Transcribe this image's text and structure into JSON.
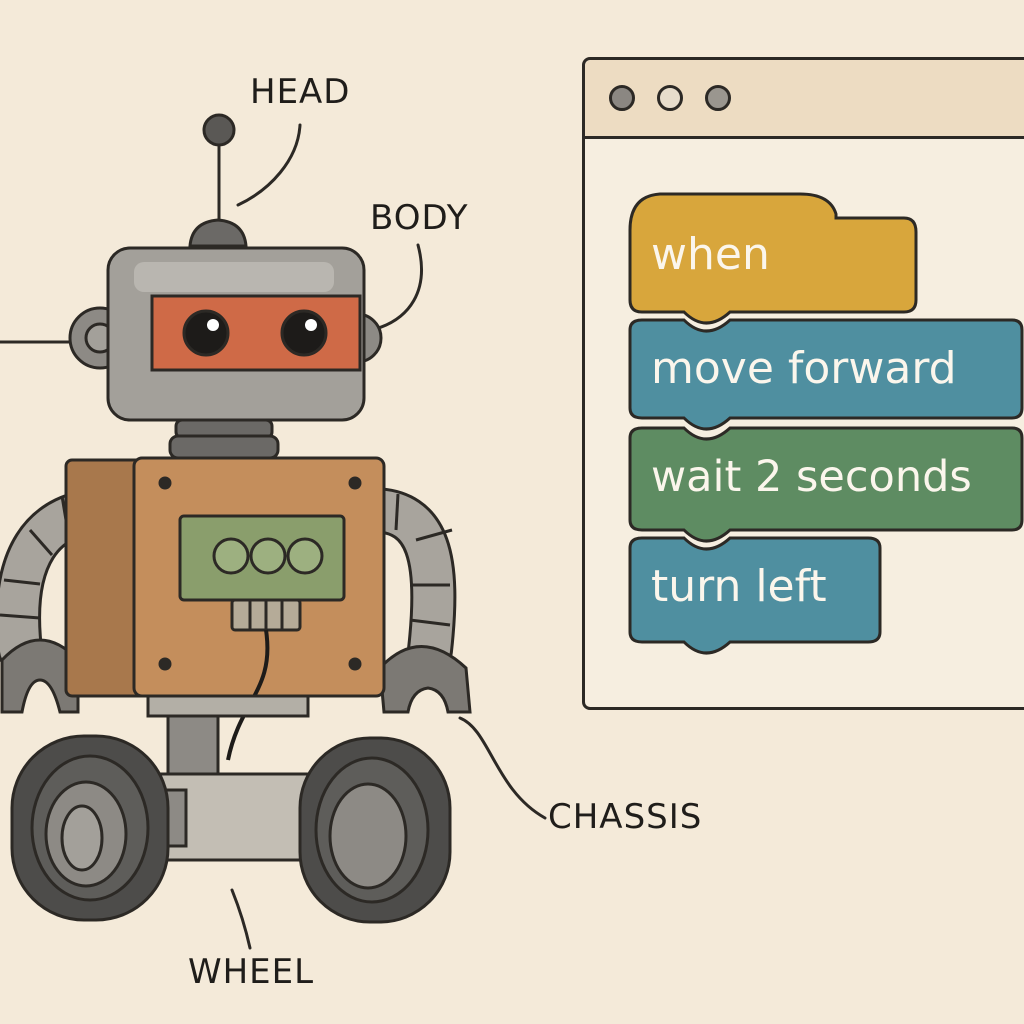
{
  "labels": {
    "head": "HEAD",
    "body": "BODY",
    "chassis": "CHASSIS",
    "wheel": "WHEEL"
  },
  "code_window": {
    "blocks": [
      {
        "text": "when",
        "color": "#d8a63c"
      },
      {
        "text": "move forward",
        "color": "#4f8fa0"
      },
      {
        "text": "wait 2 seconds",
        "color": "#5e8c62"
      },
      {
        "text": "turn left",
        "color": "#4f8fa0"
      }
    ]
  },
  "colors": {
    "background": "#f4ead9",
    "robot_gray": "#a3a09a",
    "visor": "#cf6a47",
    "torso": "#c48e5c",
    "panel": "#8a9e6c",
    "tire": "#4d4c4a",
    "outline": "#2c2925"
  }
}
